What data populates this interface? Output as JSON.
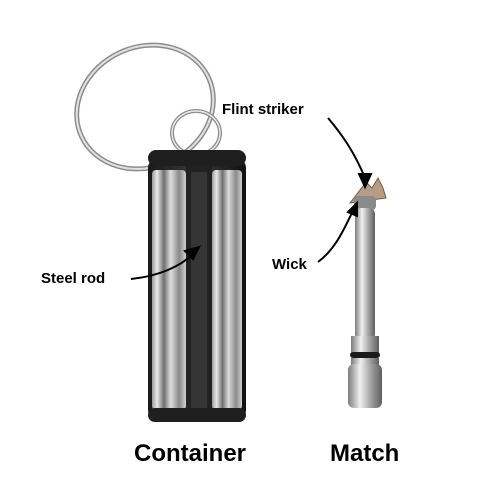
{
  "labels": {
    "flint_striker": "Flint striker",
    "steel_rod": "Steel rod",
    "wick": "Wick",
    "container": "Container",
    "match": "Match"
  }
}
